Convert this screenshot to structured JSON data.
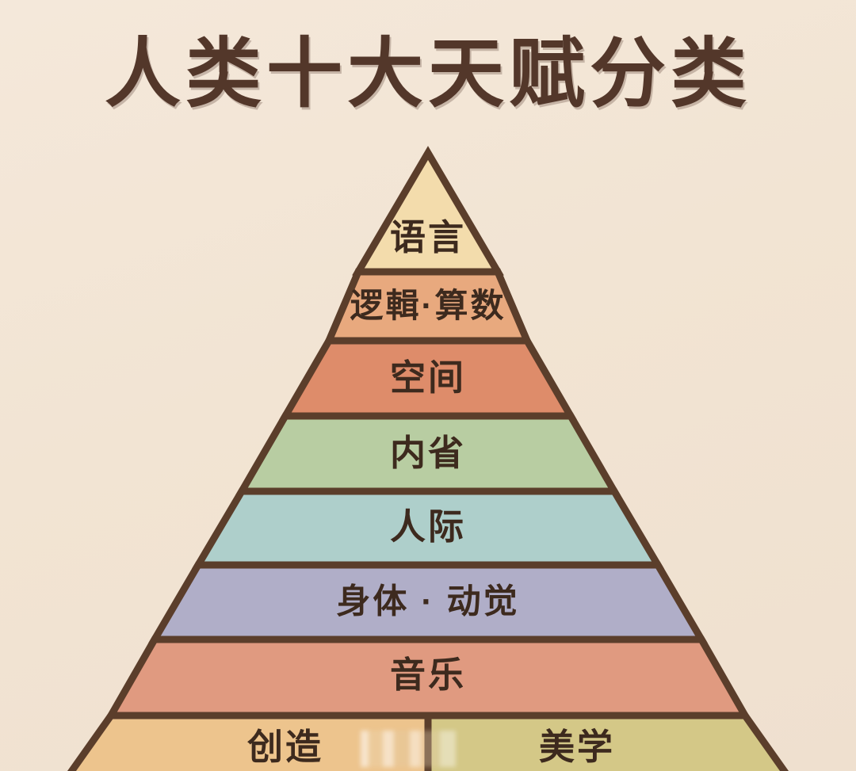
{
  "page": {
    "title": "人类十大天赋分类",
    "background_color": "#f2e5d5",
    "title_color": "#53372a",
    "outline_color": "#5b3e2b"
  },
  "chart_data": {
    "type": "pyramid",
    "title": "人类十大天赋分类",
    "orientation": "apex-top",
    "tier_count": 8,
    "item_count": 9,
    "legend": "none",
    "grid": false,
    "tiers": [
      {
        "rank": 1,
        "label": "语言",
        "color": "#f3dcac",
        "split": false
      },
      {
        "rank": 2,
        "label": "逻輯·算数",
        "color": "#e8a97e",
        "split": false
      },
      {
        "rank": 3,
        "label": "空间",
        "color": "#de8c6a",
        "split": false
      },
      {
        "rank": 4,
        "label": "内省",
        "color": "#b8cda2",
        "split": false
      },
      {
        "rank": 5,
        "label": "人际",
        "color": "#aecfcb",
        "split": false
      },
      {
        "rank": 6,
        "label": "身体 · 动觉",
        "color": "#b0aec8",
        "split": false
      },
      {
        "rank": 7,
        "label": "音乐",
        "color": "#e09a80",
        "split": false
      },
      {
        "rank": 8,
        "label": "创造",
        "label_right": "美学",
        "color": "#edc48d",
        "color_right": "#d4c887",
        "split": true
      }
    ]
  }
}
